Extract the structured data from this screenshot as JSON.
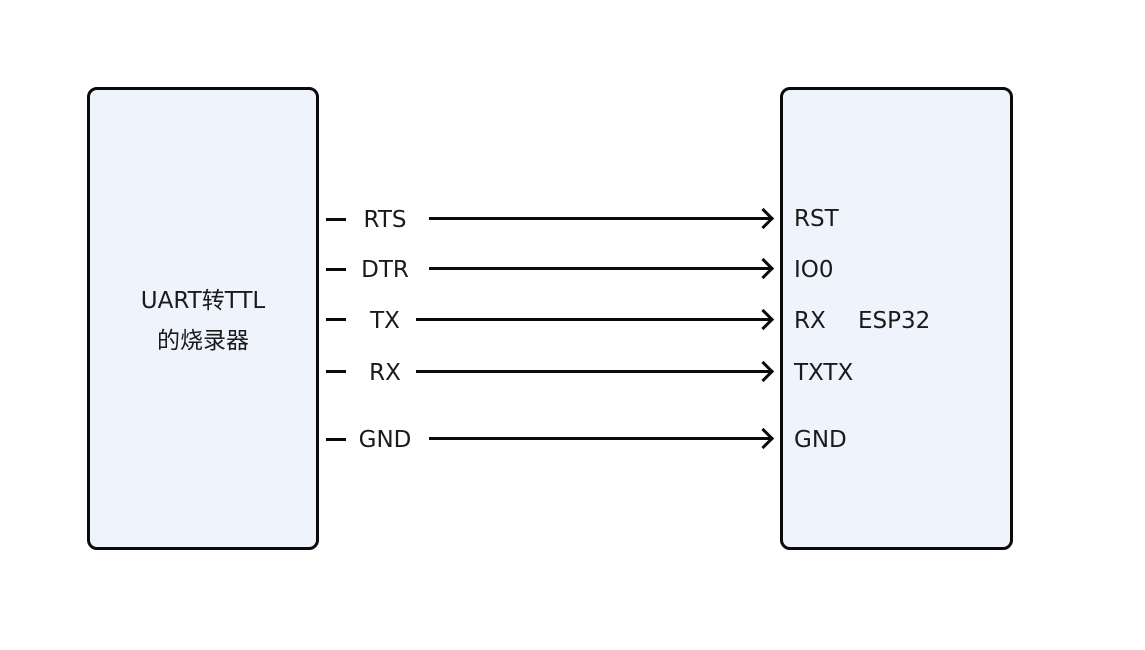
{
  "programmer": {
    "label_line1": "UART转TTL",
    "label_line2": "的烧录器"
  },
  "chip": {
    "label": "ESP32"
  },
  "connections": [
    {
      "from": "RTS",
      "to": "RST"
    },
    {
      "from": "DTR",
      "to": "IO0"
    },
    {
      "from": "TX",
      "to": "RX"
    },
    {
      "from": "RX",
      "to": "TXTX"
    },
    {
      "from": "GND",
      "to": "GND"
    }
  ]
}
